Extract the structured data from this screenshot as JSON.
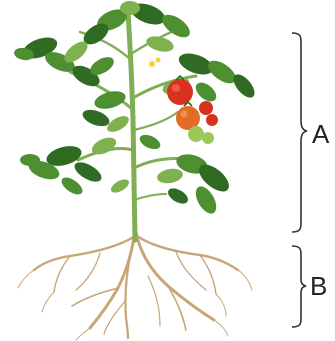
{
  "labels": {
    "shoot": "A",
    "root": "B"
  },
  "colors": {
    "leaf_dark": "#2f6b22",
    "leaf_mid": "#4e8f32",
    "leaf_light": "#7fb24f",
    "stem": "#7fae54",
    "tomato_red": "#d8321f",
    "tomato_orange": "#e56a25",
    "tomato_green": "#9cc75a",
    "root": "#c7a678",
    "bracket": "#333333"
  },
  "icons": {
    "plant": "tomato-plant-illustration",
    "bracket": "curly-brace"
  }
}
